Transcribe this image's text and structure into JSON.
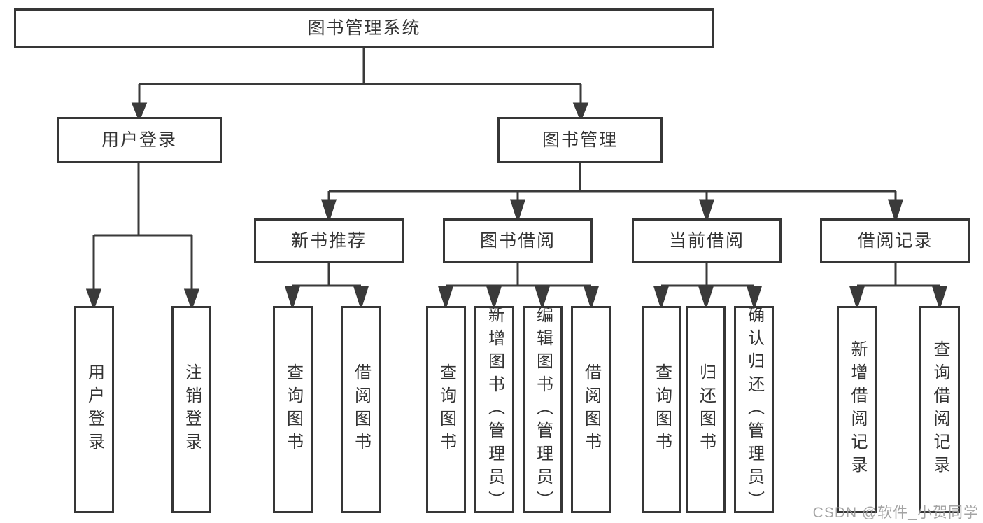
{
  "diagram": {
    "title": "图书管理系统",
    "branches": [
      {
        "label": "用户登录",
        "children": [
          "用户登录",
          "注销登录"
        ]
      },
      {
        "label": "图书管理",
        "modules": [
          {
            "label": "新书推荐",
            "children": [
              "查询图书",
              "借阅图书"
            ]
          },
          {
            "label": "图书借阅",
            "children": [
              "查询图书",
              "新增图书（管理员）",
              "编辑图书（管理员）",
              "借阅图书"
            ]
          },
          {
            "label": "当前借阅",
            "children": [
              "查询图书",
              "归还图书",
              "确认归还（管理员）"
            ]
          },
          {
            "label": "借阅记录",
            "children": [
              "新增借阅记录",
              "查询借阅记录"
            ]
          }
        ]
      }
    ]
  },
  "watermark": {
    "text": "CSDN @软件_小贺同学"
  },
  "colors": {
    "line": "#3a3a3a",
    "border": "#363636",
    "text": "#333333",
    "watermark": "#9b9b9b",
    "background": "#ffffff"
  }
}
